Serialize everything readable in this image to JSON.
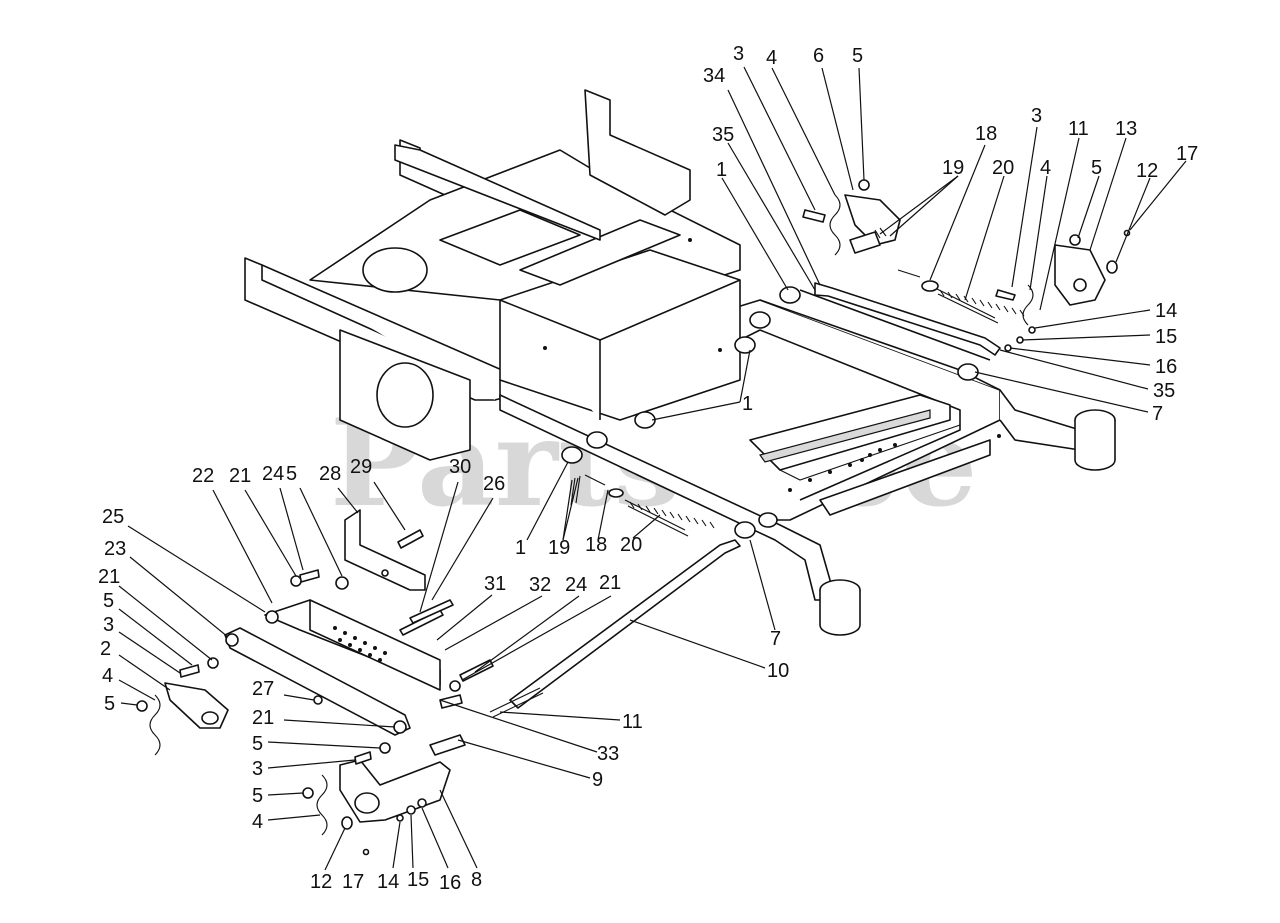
{
  "watermark": {
    "text": "PartsTree",
    "tm": "TM"
  },
  "labels": [
    {
      "id": "l34",
      "text": "34"
    },
    {
      "id": "l3a",
      "text": "3"
    },
    {
      "id": "l4a",
      "text": "4"
    },
    {
      "id": "l6",
      "text": "6"
    },
    {
      "id": "l5a",
      "text": "5"
    },
    {
      "id": "l35a",
      "text": "35"
    },
    {
      "id": "l1a",
      "text": "1"
    },
    {
      "id": "l18a",
      "text": "18"
    },
    {
      "id": "l19a",
      "text": "19"
    },
    {
      "id": "l20a",
      "text": "20"
    },
    {
      "id": "l3b",
      "text": "3"
    },
    {
      "id": "l11a",
      "text": "11"
    },
    {
      "id": "l13",
      "text": "13"
    },
    {
      "id": "l4b",
      "text": "4"
    },
    {
      "id": "l5b",
      "text": "5"
    },
    {
      "id": "l12a",
      "text": "12"
    },
    {
      "id": "l17a",
      "text": "17"
    },
    {
      "id": "l14a",
      "text": "14"
    },
    {
      "id": "l15a",
      "text": "15"
    },
    {
      "id": "l16a",
      "text": "16"
    },
    {
      "id": "l35b",
      "text": "35"
    },
    {
      "id": "l7a",
      "text": "7"
    },
    {
      "id": "l1b",
      "text": "1"
    },
    {
      "id": "l1c",
      "text": "1"
    },
    {
      "id": "l19b",
      "text": "19"
    },
    {
      "id": "l18b",
      "text": "18"
    },
    {
      "id": "l20b",
      "text": "20"
    },
    {
      "id": "l22",
      "text": "22"
    },
    {
      "id": "l21a",
      "text": "21"
    },
    {
      "id": "l24a",
      "text": "24"
    },
    {
      "id": "l5c",
      "text": "5"
    },
    {
      "id": "l28",
      "text": "28"
    },
    {
      "id": "l29",
      "text": "29"
    },
    {
      "id": "l30",
      "text": "30"
    },
    {
      "id": "l26",
      "text": "26"
    },
    {
      "id": "l25",
      "text": "25"
    },
    {
      "id": "l23",
      "text": "23"
    },
    {
      "id": "l21b",
      "text": "21"
    },
    {
      "id": "l5d",
      "text": "5"
    },
    {
      "id": "l3c",
      "text": "3"
    },
    {
      "id": "l2",
      "text": "2"
    },
    {
      "id": "l4c",
      "text": "4"
    },
    {
      "id": "l5e",
      "text": "5"
    },
    {
      "id": "l31",
      "text": "31"
    },
    {
      "id": "l32",
      "text": "32"
    },
    {
      "id": "l24b",
      "text": "24"
    },
    {
      "id": "l21c",
      "text": "21"
    },
    {
      "id": "l7b",
      "text": "7"
    },
    {
      "id": "l10",
      "text": "10"
    },
    {
      "id": "l27",
      "text": "27"
    },
    {
      "id": "l21d",
      "text": "21"
    },
    {
      "id": "l11b",
      "text": "11"
    },
    {
      "id": "l5f",
      "text": "5"
    },
    {
      "id": "l33",
      "text": "33"
    },
    {
      "id": "l3d",
      "text": "3"
    },
    {
      "id": "l9",
      "text": "9"
    },
    {
      "id": "l5g",
      "text": "5"
    },
    {
      "id": "l4d",
      "text": "4"
    },
    {
      "id": "l12b",
      "text": "12"
    },
    {
      "id": "l17b",
      "text": "17"
    },
    {
      "id": "l14b",
      "text": "14"
    },
    {
      "id": "l15b",
      "text": "15"
    },
    {
      "id": "l16b",
      "text": "16"
    },
    {
      "id": "l8",
      "text": "8"
    }
  ]
}
